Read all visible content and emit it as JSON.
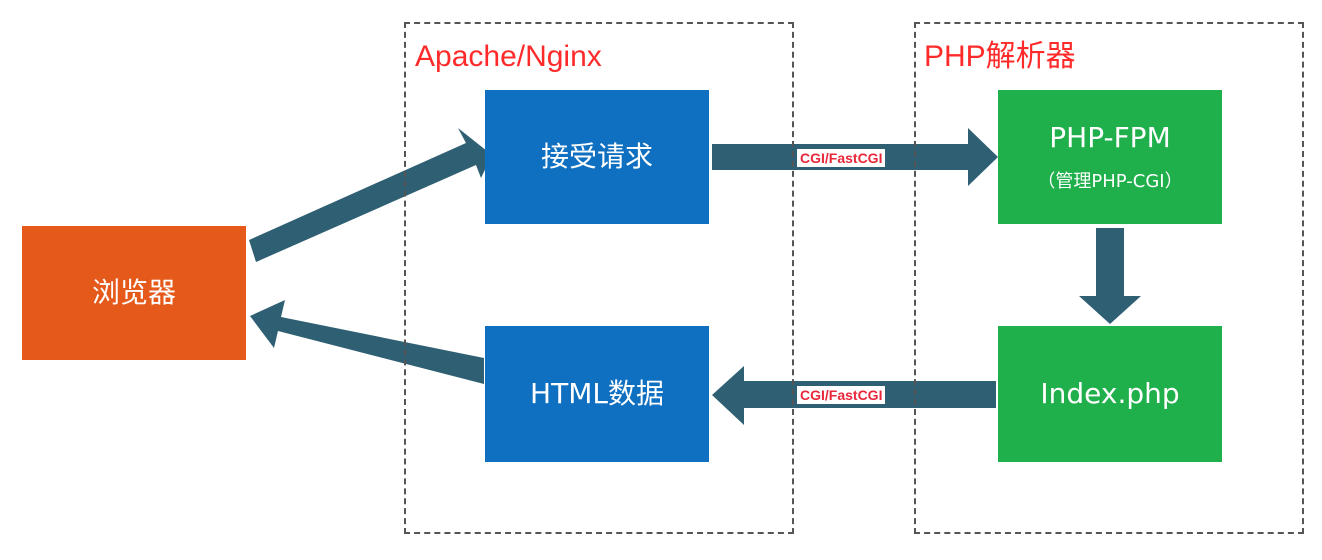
{
  "groups": {
    "server": {
      "label": "Apache/Nginx"
    },
    "parser": {
      "label": "PHP解析器"
    }
  },
  "nodes": {
    "browser": {
      "label": "浏览器",
      "color": "#e55a1b"
    },
    "receive": {
      "label": "接受请求",
      "color": "#0f6fc0"
    },
    "html": {
      "label": "HTML数据",
      "color": "#0f6fc0"
    },
    "fpm": {
      "label": "PHP-FPM",
      "sublabel": "（管理PHP-CGI）",
      "color": "#1faf4b"
    },
    "index": {
      "label": "Index.php",
      "color": "#1faf4b"
    }
  },
  "edges": {
    "request_label": "CGI/FastCGI",
    "response_label": "CGI/FastCGI",
    "arrow_color": "#2e5f73"
  }
}
